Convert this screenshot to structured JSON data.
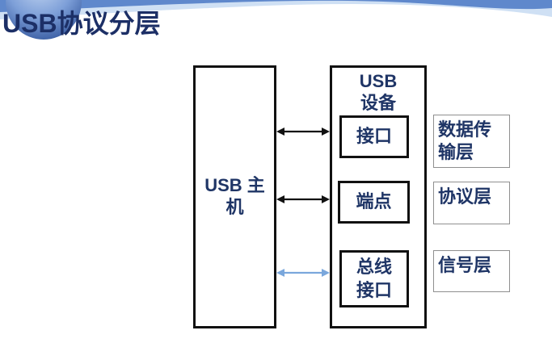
{
  "page": {
    "title": "USB协议分层"
  },
  "colors": {
    "text_navy": "#1f3566",
    "border_dark": "#111111",
    "border_gray": "#8f8f8f",
    "arrow_black": "#111111",
    "arrow_blue": "#7aa7dc",
    "banner_light": "#cfe0f4",
    "banner_dark": "#5f88cc",
    "logo_mid": "#7d9fd8",
    "logo_dark": "#35589e"
  },
  "diagram": {
    "host": {
      "label": "USB 主机"
    },
    "device": {
      "label": "USB 设备",
      "components": [
        {
          "id": "interface",
          "label": "接口"
        },
        {
          "id": "endpoint",
          "label": "端点"
        },
        {
          "id": "bus-interface",
          "label": "总线接口"
        }
      ]
    },
    "layers": [
      {
        "id": "data-transfer-layer",
        "label": "数据传输层"
      },
      {
        "id": "protocol-layer",
        "label": "协议层"
      },
      {
        "id": "signal-layer",
        "label": "信号层"
      }
    ],
    "connections": [
      {
        "from": "USB 主机",
        "to": "接口",
        "style": "black-double-arrow"
      },
      {
        "from": "USB 主机",
        "to": "端点",
        "style": "black-double-arrow"
      },
      {
        "from": "USB 主机",
        "to": "总线接口",
        "style": "blue-double-arrow"
      }
    ]
  }
}
